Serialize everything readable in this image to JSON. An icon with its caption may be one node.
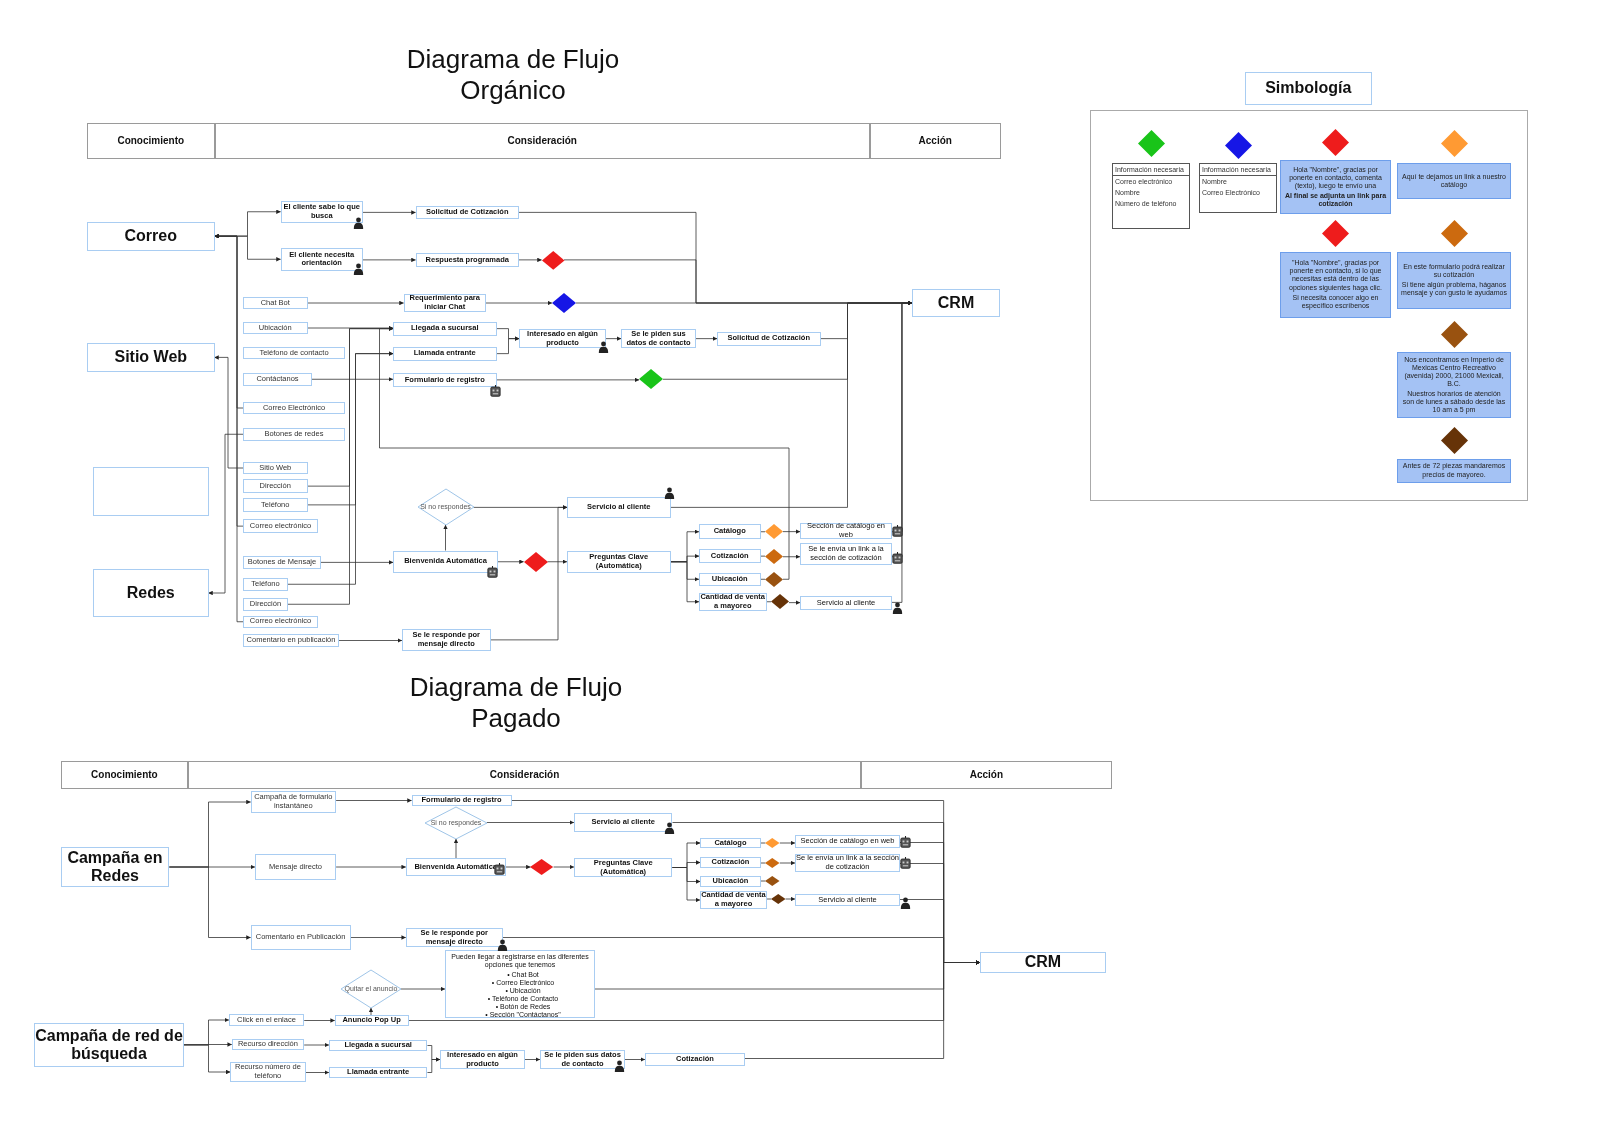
{
  "diagram": {
    "title": "Diagrama de Flujo Orgánico",
    "nodes": [
      {
        "text": [
          "Conocimiento"
        ]
      },
      {
        "text": [
          "Consideración"
        ]
      },
      {
        "text": [
          "Acción"
        ]
      },
      {
        "text": [
          "Correo"
        ]
      },
      {
        "text": [
          "Sitio Web"
        ]
      },
      {
        "text": [],
        "shape": "box"
      },
      {
        "text": [
          "Redes"
        ]
      },
      {
        "text": [
          "El cliente sabe lo que busca"
        ]
      },
      {
        "text": [
          "Solicitud de Cotización"
        ]
      },
      {
        "text": [
          "El cliente necesita orientación"
        ]
      },
      {
        "text": [
          "Respuesta programada"
        ]
      },
      {
        "text": [],
        "shape": "diamond"
      },
      {
        "text": [
          "Chat Bot"
        ]
      },
      {
        "text": [
          "Requerimiento para iniciar Chat"
        ]
      },
      {
        "text": [],
        "shape": "diamond"
      },
      {
        "text": [
          "Ubicación"
        ]
      },
      {
        "text": [
          "Llegada a sucursal"
        ]
      },
      {
        "text": [
          "Teléfono de contacto"
        ]
      },
      {
        "text": [
          "Llamada entrante"
        ]
      },
      {
        "text": [
          "Interesado en algún producto"
        ]
      },
      {
        "text": [
          "Se le piden sus datos de contacto"
        ]
      },
      {
        "text": [
          "Solicitud de Cotización"
        ]
      },
      {
        "text": [
          "Contáctanos"
        ]
      },
      {
        "text": [
          "Formulario de registro"
        ]
      },
      {
        "text": [],
        "shape": "diamond"
      },
      {
        "text": [
          "Correo Electrónico"
        ]
      },
      {
        "text": [
          "Botones de redes"
        ]
      },
      {
        "text": [
          "Sitio Web"
        ]
      },
      {
        "text": [
          "Dirección"
        ]
      },
      {
        "text": [
          "Teléfono"
        ]
      },
      {
        "text": [
          "Correo electrónico"
        ]
      },
      {
        "text": [
          "Si no respondes"
        ]
      },
      {
        "text": [
          "Servicio al cliente"
        ]
      },
      {
        "text": [
          "Botones de Mensaje"
        ]
      },
      {
        "text": [
          "Bienvenida Automática"
        ]
      },
      {
        "text": [],
        "shape": "diamond"
      },
      {
        "text": [
          "Preguntas Clave (Automática)"
        ]
      },
      {
        "text": [
          "Catálogo"
        ]
      },
      {
        "text": [],
        "shape": "diamond"
      },
      {
        "text": [
          "Sección de catálogo en web"
        ]
      },
      {
        "text": [
          "Cotización"
        ]
      },
      {
        "text": [],
        "shape": "diamond"
      },
      {
        "text": [
          "Se le envía un link a la sección de cotización"
        ]
      },
      {
        "text": [
          "Ubicación"
        ]
      },
      {
        "text": [],
        "shape": "diamond"
      },
      {
        "text": [
          "Cantidad de venta a mayoreo"
        ]
      },
      {
        "text": [],
        "shape": "diamond"
      },
      {
        "text": [
          "Servicio al cliente"
        ]
      },
      {
        "text": [
          "Teléfono"
        ]
      },
      {
        "text": [
          "Dirección"
        ]
      },
      {
        "text": [
          "Correo electrónico"
        ]
      },
      {
        "text": [
          "Comentario en publicación"
        ]
      },
      {
        "text": [
          "Se le responde por mensaje directo"
        ]
      },
      {
        "text": [
          "CRM"
        ]
      },
      {
        "text": [
          "Simbología"
        ]
      },
      {
        "text": [],
        "shape": "box"
      },
      {
        "text": [],
        "shape": "diamond",
        "in": 55
      },
      {
        "text": [
          "Información necesaria",
          "Correo electrónico",
          "Nombre",
          "Número de teléfono"
        ],
        "in": 55
      },
      {
        "text": [],
        "shape": "diamond",
        "in": 55
      },
      {
        "text": [
          "Información necesaria",
          "Nombre",
          "Correo Electrónico"
        ],
        "in": 55
      },
      {
        "text": [],
        "shape": "diamond",
        "in": 55
      },
      {
        "text": [
          "Hola \"Nombre\", gracias por ponerte en contacto, comenta (texto), luego te envío una",
          "Al final se adjunta un link para cotización"
        ],
        "in": 55
      },
      {
        "text": [],
        "shape": "diamond",
        "in": 55
      },
      {
        "text": [
          "Aquí te dejamos un link a nuestro catálogo"
        ],
        "in": 55
      },
      {
        "text": [],
        "shape": "diamond",
        "in": 55
      },
      {
        "text": [
          "\"Hola \"Nombre\", gracias por ponerte en contacto, si lo que necesitas está dentro de las opciones siguientes haga clic.",
          "Si necesita conocer algo en específico escríbenos"
        ],
        "in": 55
      },
      {
        "text": [],
        "shape": "diamond",
        "in": 55
      },
      {
        "text": [
          "En este formulario podrá realizar su cotización",
          "Si tiene algún problema, háganos mensaje y con gusto le ayudamos"
        ],
        "in": 55
      },
      {
        "text": [],
        "shape": "diamond",
        "in": 55
      },
      {
        "text": [
          "Nos encontramos en Imperio de Mexicas Centro Recreativo (avenida) 2000, 21000 Mexicali, B.C.",
          "Nuestros horarios de atención son de lunes a sábado desde las 10 am a 5 pm"
        ],
        "in": 55
      },
      {
        "text": [],
        "shape": "diamond",
        "in": 55
      },
      {
        "text": [
          "Antes de 72 piezas mandaremos precios de mayoreo."
        ],
        "in": 55
      },
      {
        "text": [
          "Conocimiento"
        ]
      },
      {
        "text": [
          "Consideración"
        ]
      },
      {
        "text": [
          "Acción"
        ]
      },
      {
        "text": [
          "Campaña en Redes"
        ]
      },
      {
        "text": [
          "Campaña de formulario instantáneo"
        ]
      },
      {
        "text": [
          "Formulario de registro"
        ]
      },
      {
        "text": [
          "Si no respondes"
        ]
      },
      {
        "text": [
          "Servicio al cliente"
        ]
      },
      {
        "text": [
          "Mensaje directo"
        ]
      },
      {
        "text": [
          "Bienvenida Automática"
        ]
      },
      {
        "text": [],
        "shape": "diamond"
      },
      {
        "text": [
          "Preguntas Clave (Automática)"
        ]
      },
      {
        "text": [
          "Catálogo"
        ]
      },
      {
        "text": [],
        "shape": "diamond"
      },
      {
        "text": [
          "Sección de catálogo en web"
        ]
      },
      {
        "text": [
          "Cotización"
        ]
      },
      {
        "text": [],
        "shape": "diamond"
      },
      {
        "text": [
          "Se le envía un link a la sección de cotización"
        ]
      },
      {
        "text": [
          "Ubicación"
        ]
      },
      {
        "text": [],
        "shape": "diamond"
      },
      {
        "text": [
          "Cantidad de venta a mayoreo"
        ]
      },
      {
        "text": [],
        "shape": "diamond"
      },
      {
        "text": [
          "Servicio al cliente"
        ]
      },
      {
        "text": [
          "Comentario en Publicación"
        ]
      },
      {
        "text": [
          "Se le responde por mensaje directo"
        ]
      },
      {
        "text": [
          "CRM"
        ]
      },
      {
        "text": [
          "Campaña de red de búsqueda"
        ]
      },
      {
        "text": [
          "Quitar el anuncio"
        ]
      },
      {
        "text": [
          "Pueden llegar a registrarse en las diferentes opciones que tenemos",
          "• Chat Bot",
          "• Correo Electrónico",
          "• Ubicación",
          "• Teléfono de Contacto",
          "• Botón de Redes",
          "• Sección \"Contáctanos\""
        ]
      },
      {
        "text": [
          "Click en el enlace"
        ]
      },
      {
        "text": [
          "Anuncio Pop Up"
        ]
      },
      {
        "text": [
          "Recurso dirección"
        ]
      },
      {
        "text": [
          "Llegada a sucursal"
        ]
      },
      {
        "text": [
          "Recurso número de teléfono"
        ]
      },
      {
        "text": [
          "Llamada entrante"
        ]
      },
      {
        "text": [
          "Interesado en algún producto"
        ]
      },
      {
        "text": [
          "Se le piden sus datos de contacto"
        ]
      },
      {
        "text": [
          "Cotización"
        ]
      }
    ],
    "edges": [
      {
        "from": 3,
        "to": 7,
        "arrow": "to"
      },
      {
        "from": 3,
        "to": 9,
        "arrow": "to"
      },
      {
        "from": 25,
        "to": 3,
        "arrow": "to"
      },
      {
        "from": 30,
        "to": 3,
        "arrow": "to"
      },
      {
        "from": 50,
        "to": 3,
        "arrow": "to"
      },
      {
        "from": 27,
        "to": 4,
        "arrow": "to"
      },
      {
        "from": 26,
        "to": 6,
        "arrow": "to"
      },
      {
        "from": 7,
        "to": 8,
        "arrow": "to"
      },
      {
        "from": 9,
        "to": 10,
        "arrow": "to"
      },
      {
        "from": 10,
        "to": 11,
        "arrow": "to"
      },
      {
        "from": 8,
        "to": 53,
        "arrow": "to"
      },
      {
        "from": 11,
        "to": 53,
        "arrow": "to"
      },
      {
        "from": 12,
        "to": 13,
        "arrow": "to"
      },
      {
        "from": 13,
        "to": 14,
        "arrow": "to"
      },
      {
        "from": 14,
        "to": 53,
        "arrow": "to"
      },
      {
        "from": 15,
        "to": 16,
        "arrow": "to"
      },
      {
        "from": 28,
        "to": 16,
        "arrow": "to"
      },
      {
        "from": 29,
        "to": 18,
        "arrow": "to"
      },
      {
        "from": 48,
        "to": 18,
        "arrow": "to"
      },
      {
        "from": 49,
        "to": 16,
        "arrow": "to"
      },
      {
        "from": 16,
        "to": 19,
        "arrow": "to"
      },
      {
        "from": 18,
        "to": 19,
        "arrow": "to"
      },
      {
        "from": 19,
        "to": 20,
        "arrow": "to"
      },
      {
        "from": 20,
        "to": 21,
        "arrow": "to"
      },
      {
        "from": 21,
        "to": 53,
        "arrow": "to"
      },
      {
        "from": 22,
        "to": 23,
        "arrow": "to"
      },
      {
        "from": 23,
        "to": 24,
        "arrow": "to"
      },
      {
        "from": 24,
        "to": 53,
        "arrow": "to"
      },
      {
        "from": 33,
        "to": 34,
        "arrow": "to"
      },
      {
        "from": 34,
        "to": 31,
        "arrow": "to"
      },
      {
        "from": 31,
        "to": 32,
        "arrow": "to"
      },
      {
        "from": 34,
        "to": 35,
        "arrow": "to"
      },
      {
        "from": 35,
        "to": 36,
        "arrow": "to"
      },
      {
        "from": 51,
        "to": 52,
        "arrow": "to"
      },
      {
        "from": 52,
        "to": 32,
        "arrow": "to"
      },
      {
        "from": 32,
        "to": 53,
        "arrow": "to"
      },
      {
        "from": 36,
        "to": 37,
        "arrow": "to"
      },
      {
        "from": 36,
        "to": 40,
        "arrow": "to"
      },
      {
        "from": 36,
        "to": 43,
        "arrow": "to"
      },
      {
        "from": 36,
        "to": 45,
        "arrow": "to"
      },
      {
        "from": 37,
        "to": 38,
        "arrow": "none"
      },
      {
        "from": 38,
        "to": 39,
        "arrow": "to"
      },
      {
        "from": 39,
        "to": 53,
        "arrow": "to"
      },
      {
        "from": 40,
        "to": 41,
        "arrow": "none"
      },
      {
        "from": 41,
        "to": 42,
        "arrow": "to"
      },
      {
        "from": 42,
        "to": 53,
        "arrow": "to"
      },
      {
        "from": 43,
        "to": 44,
        "arrow": "none"
      },
      {
        "from": 44,
        "to": 16,
        "arrow": "to"
      },
      {
        "from": 45,
        "to": 46,
        "arrow": "none"
      },
      {
        "from": 46,
        "to": 47,
        "arrow": "to"
      },
      {
        "from": 47,
        "to": 53,
        "arrow": "to"
      },
      {
        "from": 75,
        "to": 76,
        "arrow": "to"
      },
      {
        "from": 75,
        "to": 80,
        "arrow": "to"
      },
      {
        "from": 75,
        "to": 95,
        "arrow": "to"
      },
      {
        "from": 76,
        "to": 77,
        "arrow": "to"
      },
      {
        "from": 77,
        "to": 97,
        "arrow": "to"
      },
      {
        "from": 80,
        "to": 81,
        "arrow": "to"
      },
      {
        "from": 81,
        "to": 78,
        "arrow": "to"
      },
      {
        "from": 78,
        "to": 79,
        "arrow": "to"
      },
      {
        "from": 79,
        "to": 97,
        "arrow": "to"
      },
      {
        "from": 81,
        "to": 82,
        "arrow": "to"
      },
      {
        "from": 82,
        "to": 83,
        "arrow": "to"
      },
      {
        "from": 83,
        "to": 84,
        "arrow": "to"
      },
      {
        "from": 83,
        "to": 87,
        "arrow": "to"
      },
      {
        "from": 83,
        "to": 90,
        "arrow": "to"
      },
      {
        "from": 83,
        "to": 92,
        "arrow": "to"
      },
      {
        "from": 84,
        "to": 85,
        "arrow": "none"
      },
      {
        "from": 85,
        "to": 86,
        "arrow": "to"
      },
      {
        "from": 86,
        "to": 97,
        "arrow": "to"
      },
      {
        "from": 87,
        "to": 88,
        "arrow": "none"
      },
      {
        "from": 88,
        "to": 89,
        "arrow": "to"
      },
      {
        "from": 89,
        "to": 97,
        "arrow": "to"
      },
      {
        "from": 90,
        "to": 91,
        "arrow": "none"
      },
      {
        "from": 92,
        "to": 93,
        "arrow": "none"
      },
      {
        "from": 93,
        "to": 94,
        "arrow": "to"
      },
      {
        "from": 94,
        "to": 97,
        "arrow": "to"
      },
      {
        "from": 95,
        "to": 96,
        "arrow": "to"
      },
      {
        "from": 96,
        "to": 97,
        "arrow": "to"
      },
      {
        "from": 98,
        "to": 101,
        "arrow": "to"
      },
      {
        "from": 98,
        "to": 103,
        "arrow": "to"
      },
      {
        "from": 98,
        "to": 105,
        "arrow": "to"
      },
      {
        "from": 101,
        "to": 102,
        "arrow": "to"
      },
      {
        "from": 102,
        "to": 99,
        "arrow": "to"
      },
      {
        "from": 99,
        "to": 100,
        "arrow": "to"
      },
      {
        "from": 100,
        "to": 97,
        "arrow": "to"
      },
      {
        "from": 102,
        "to": 97,
        "arrow": "to"
      },
      {
        "from": 103,
        "to": 104,
        "arrow": "to"
      },
      {
        "from": 105,
        "to": 106,
        "arrow": "to"
      },
      {
        "from": 104,
        "to": 107,
        "arrow": "to"
      },
      {
        "from": 106,
        "to": 107,
        "arrow": "to"
      },
      {
        "from": 107,
        "to": 108,
        "arrow": "to"
      },
      {
        "from": 108,
        "to": 109,
        "arrow": "to"
      },
      {
        "from": 109,
        "to": 97,
        "arrow": "to"
      }
    ],
    "labels": [
      "Diagrama de Flujo Pagado"
    ]
  }
}
